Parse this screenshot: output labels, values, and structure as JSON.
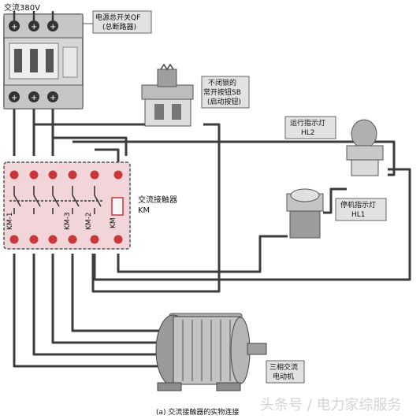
{
  "supply_label": "交流380V",
  "qf_label_1": "电源总开关QF",
  "qf_label_2": "(总断路器)",
  "sb_label_1": "不闭锁的",
  "sb_label_2": "常开按钮SB",
  "sb_label_3": "(启动按钮)",
  "hl2_label_1": "运行指示灯",
  "hl2_label_2": "HL2",
  "hl1_label_1": "停机指示灯",
  "hl1_label_2": "HL1",
  "contactor_label_1": "交流接触器",
  "contactor_label_2": "KM",
  "km_labels": [
    "KM-1",
    "KM-3",
    "KM-2",
    "KM"
  ],
  "motor_label_1": "三相交流",
  "motor_label_2": "电动机",
  "caption": "(a) 交流接触器的实物连接",
  "watermark": "头条号 / 电力家综服务",
  "colors": {
    "wire": "#3c3c3c",
    "terminal": "#c8373a",
    "contactor_fill": "#f1d5d8",
    "label_box": "#e0e0e0",
    "device_grey": "#b9b9b9"
  }
}
